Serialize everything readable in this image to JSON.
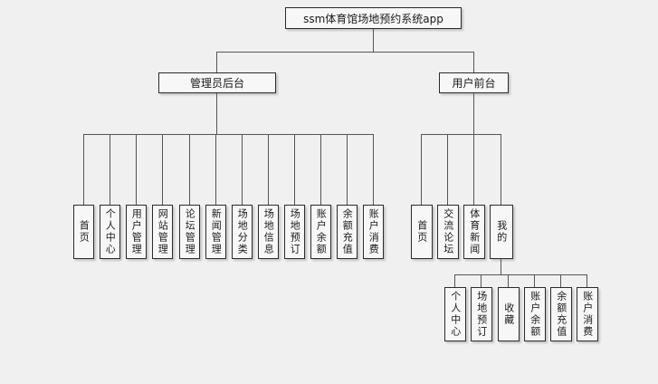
{
  "diagram_title": "ssm体育馆场地预约系统app",
  "nodes": {
    "root": "ssm体育馆场地预约系统app",
    "admin": "管理员后台",
    "user": "用户前台",
    "admin_children": [
      "首页",
      "个人中心",
      "用户管理",
      "网站管理",
      "论坛管理",
      "新闻管理",
      "场地分类",
      "场地信息",
      "场地预订",
      "账户余额",
      "余额充值",
      "账户消费"
    ],
    "user_children": [
      "首页",
      "交流论坛",
      "体育新闻",
      "我的"
    ],
    "mine_children": [
      "个人中心",
      "场地预订",
      "收藏",
      "账户余额",
      "余额充值",
      "账户消费"
    ]
  },
  "colors": {
    "background": "#f0f0f0",
    "box_fill": "#f7f7f7",
    "box_border": "#2b2b2b",
    "connector_line": "#555555",
    "text": "#1a1a1a"
  }
}
